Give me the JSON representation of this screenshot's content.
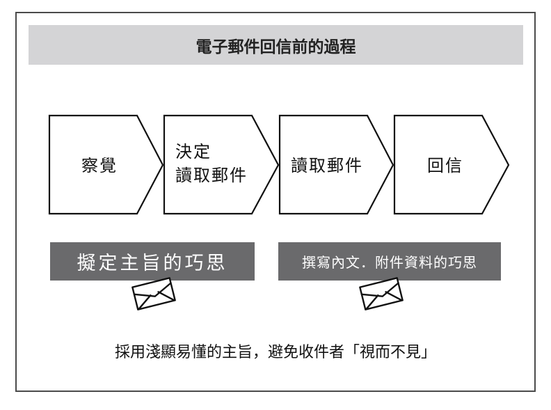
{
  "title": "電子郵件回信前的過程",
  "steps": [
    {
      "label_line1": "察覺",
      "label_line2": ""
    },
    {
      "label_line1": "決定",
      "label_line2": "讀取郵件"
    },
    {
      "label_line1": "讀取郵件",
      "label_line2": ""
    },
    {
      "label_line1": "回信",
      "label_line2": ""
    }
  ],
  "banners": [
    {
      "label": "擬定主旨的巧思",
      "icon": "envelope-icon"
    },
    {
      "label": "撰寫內文．附件資料的巧思",
      "icon": "envelope-icon"
    }
  ],
  "caption": "採用淺顯易懂的主旨，避免收件者「視而不見」",
  "colors": {
    "title_bar": "#d4d4d6",
    "banner": "#6a6a6c",
    "border": "#4a4a4a"
  }
}
